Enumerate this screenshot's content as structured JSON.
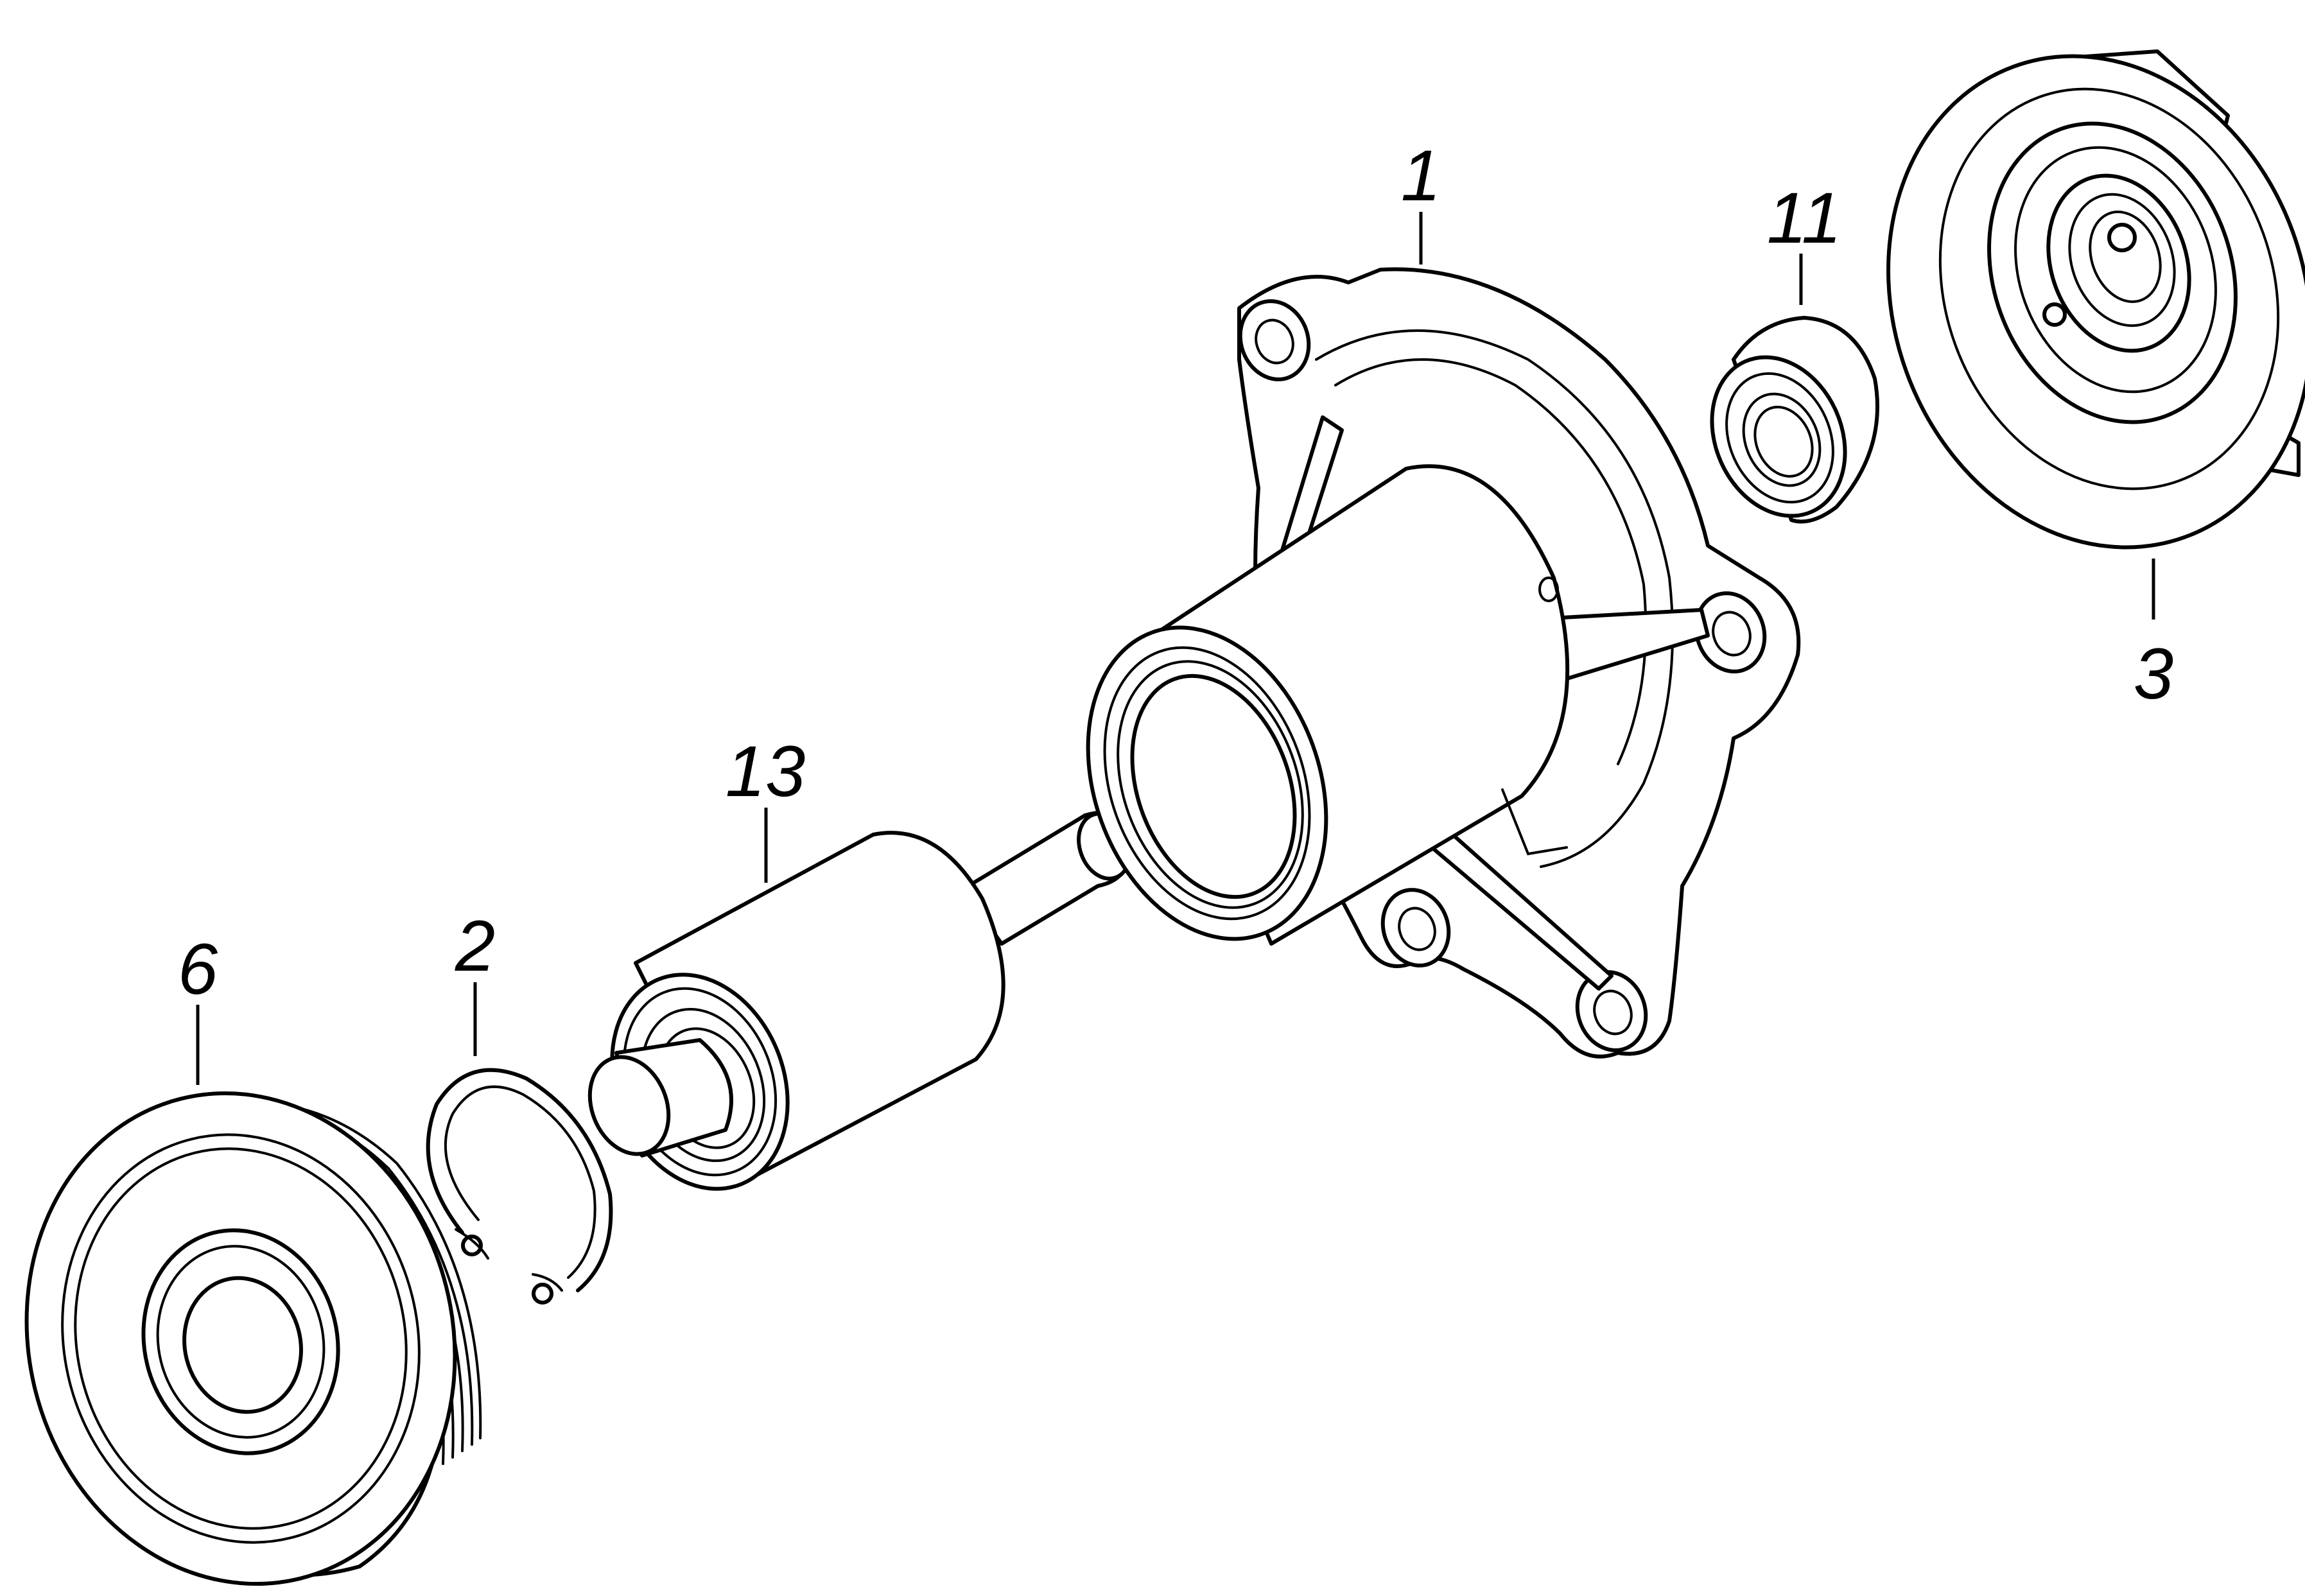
{
  "callouts": {
    "housing": "1",
    "circlip": "2",
    "impeller": "3",
    "pulley": "6",
    "seal": "11",
    "bearing_shaft": "13"
  },
  "colors": {
    "line": "#000000",
    "background": "#ffffff"
  }
}
